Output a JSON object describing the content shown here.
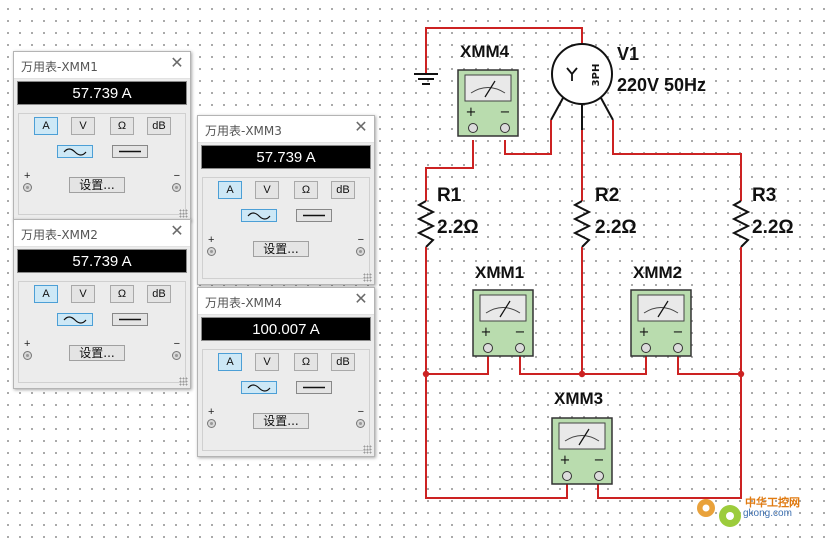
{
  "multimeters": [
    {
      "id": "xmm1",
      "title": "万用表-XMM1",
      "reading": "57.739 A"
    },
    {
      "id": "xmm3",
      "title": "万用表-XMM3",
      "reading": "57.739 A"
    },
    {
      "id": "xmm2",
      "title": "万用表-XMM2",
      "reading": "57.739 A"
    },
    {
      "id": "xmm4",
      "title": "万用表-XMM4",
      "reading": "100.007 A"
    }
  ],
  "controls": {
    "mode_buttons": [
      "A",
      "V",
      "Ω",
      "dB"
    ],
    "selected_mode": "A",
    "wave_ac": "ac",
    "wave_dc": "dc",
    "selected_wave": "ac",
    "settings_label": "设置...",
    "plus": "+",
    "minus": "−",
    "close_glyph": "✕"
  },
  "circuit": {
    "source_name": "V1",
    "source_value": "220V 50Hz",
    "source_phase": "3PH",
    "resistors": [
      {
        "name": "R1",
        "value": "2.2Ω"
      },
      {
        "name": "R2",
        "value": "2.2Ω"
      },
      {
        "name": "R3",
        "value": "2.2Ω"
      }
    ],
    "meter_labels": [
      "XMM4",
      "XMM1",
      "XMM2",
      "XMM3"
    ],
    "wire_color": "#cc2222"
  },
  "watermark": {
    "line1": "中华工控网",
    "line2": "gkong.com"
  }
}
